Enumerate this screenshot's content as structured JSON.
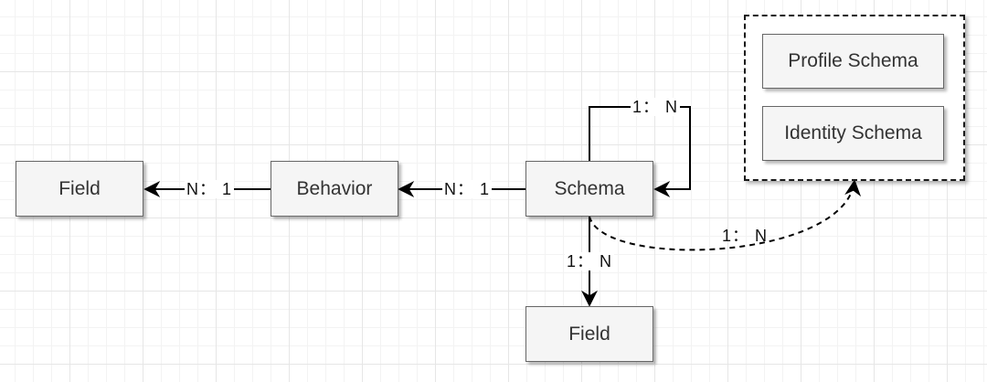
{
  "nodes": {
    "field_left": "Field",
    "behavior": "Behavior",
    "schema": "Schema",
    "field_bottom": "Field",
    "profile_schema": "Profile Schema",
    "identity_schema": "Identity Schema"
  },
  "edges": {
    "behavior_to_field": "N： 1",
    "schema_to_behavior": "N： 1",
    "schema_self": "1： N",
    "schema_to_field": "1： N",
    "schema_to_group": "1： N"
  }
}
